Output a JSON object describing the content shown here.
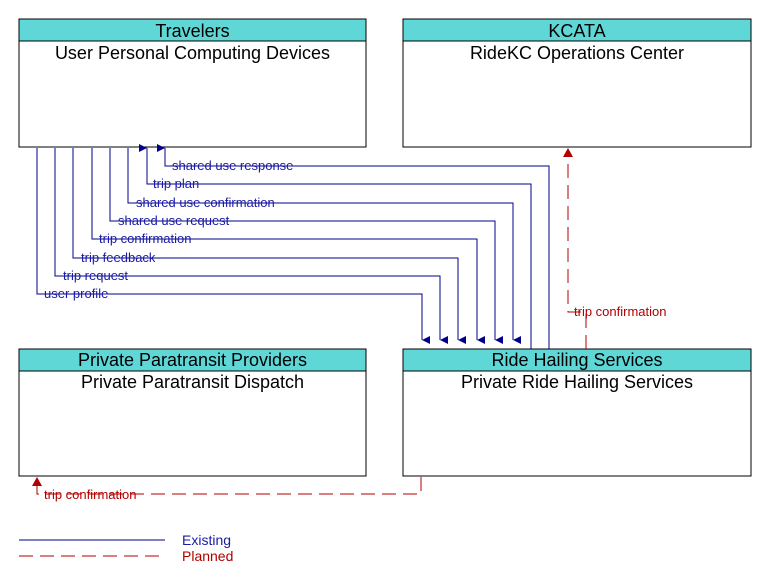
{
  "boxes": {
    "travelers": {
      "header": "Travelers",
      "title": "User Personal Computing Devices"
    },
    "kcata": {
      "header": "KCATA",
      "title": "RideKC Operations Center"
    },
    "paratransit": {
      "header": "Private Paratransit Providers",
      "title": "Private Paratransit Dispatch"
    },
    "ride_hailing": {
      "header": "Ride Hailing Services",
      "title": "Private Ride Hailing Services"
    }
  },
  "flows": {
    "shared_use_response": "shared use response",
    "trip_plan": "trip plan",
    "shared_use_confirmation": "shared use confirmation",
    "shared_use_request": "shared use request",
    "trip_confirmation": "trip confirmation",
    "trip_feedback": "trip feedback",
    "trip_request": "trip request",
    "user_profile": "user profile",
    "kcata_trip_confirmation": "trip confirmation",
    "paratransit_trip_confirmation": "trip confirmation"
  },
  "legend": {
    "existing": "Existing",
    "planned": "Planned"
  },
  "colors": {
    "header_fill": "#5fd7d7",
    "existing": "#00008b",
    "planned": "#b00000"
  }
}
